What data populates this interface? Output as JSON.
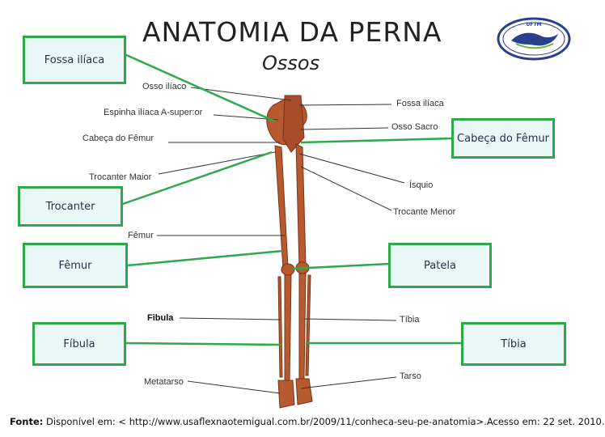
{
  "title": "ANATOMIA DA PERNA",
  "subtitle": "Ossos",
  "logo": {
    "text": "UFTM"
  },
  "answer_boxes": {
    "fossa_iliaca": "Fossa ilíaca",
    "cabeca_femur": "Cabeça do Fêmur",
    "trocanter": "Trocanter",
    "femur": "Fêmur",
    "patela": "Patela",
    "fibula": "Fíbula",
    "tibia": "Tíbia"
  },
  "labels": {
    "osso_iliaco": "Osso ilíaco",
    "espinha_iliaca": "Espinha ilíaca A-super:or",
    "cabeca_femur": "Cabeça do Fêmur",
    "trocanter_maior": "Trocanter Maior",
    "femur": "Fêmur",
    "fibula": "Fibula",
    "metatarso": "Metatarso",
    "fossa_iliaca": "Fossa ilíaca",
    "osso_sacro": "Osso Sacro",
    "isquio": "Ísquio",
    "trocanter_menor": "Trocante Menor",
    "tibia": "Tíbia",
    "tarso": "Tarso"
  },
  "source": {
    "prefix": "Fonte:",
    "text": " Disponível em: < http://www.usaflexnaotemigual.com.br/2009/11/conheca-seu-pe-anatomia>.Acesso em: 22 set. 2010."
  }
}
